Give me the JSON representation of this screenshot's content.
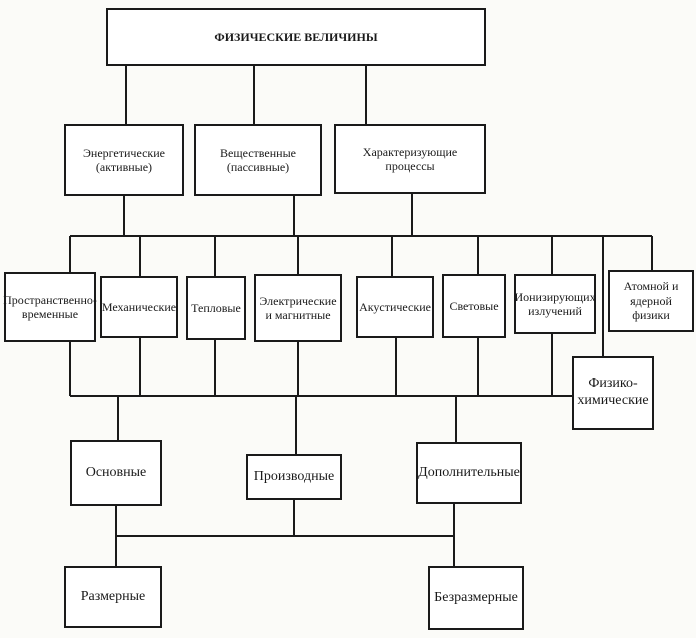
{
  "title": "ФИЗИЧЕСКИЕ ВЕЛИЧИНЫ",
  "groups": {
    "energetic": "Энергетические (активные)",
    "substantial": "Вещественные (пассивные)",
    "processes": "Характеризующие процессы"
  },
  "categories": {
    "spacetime": "Пространственно-временные",
    "mechanical": "Механические",
    "thermal": "Тепловые",
    "electromagnetic": "Электрические и магнитные",
    "acoustic": "Акустические",
    "light": "Световые",
    "ionizing": "Ионизирующих излучений",
    "atomic": "Атомной и ядерной физики",
    "physchem": "Физико-химические"
  },
  "types": {
    "basic": "Основные",
    "derived": "Производные",
    "additional": "Дополнительные"
  },
  "dimension": {
    "dimensional": "Размерные",
    "dimensionless": "Безразмерные"
  }
}
